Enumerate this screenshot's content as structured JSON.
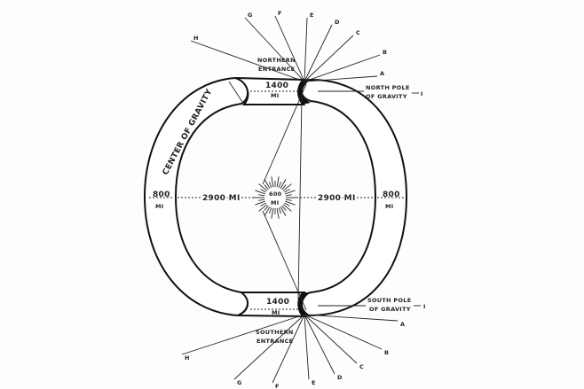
{
  "labels": {
    "northern_entrance": [
      "NORTHERN",
      "ENTRANCE"
    ],
    "southern_entrance": [
      "SOUTHERN",
      "ENTRANCE"
    ],
    "north_pole": [
      "NORTH POLE",
      "OF GRAVITY"
    ],
    "south_pole": [
      "SOUTH POLE",
      "OF GRAVITY"
    ],
    "center_of_gravity": "CENTER OF GRAVITY",
    "tube_top": [
      "1400",
      "MI"
    ],
    "tube_bottom": [
      "1400",
      "MI"
    ],
    "crust_left": [
      "800",
      "MI"
    ],
    "crust_right": [
      "800",
      "MI"
    ],
    "interior_left": "2900 MI",
    "interior_right": "2900 MI",
    "sun": [
      "600",
      "MI"
    ],
    "pole_marker": "I"
  },
  "rays_top": [
    "A",
    "B",
    "C",
    "D",
    "E",
    "F",
    "G",
    "H"
  ],
  "rays_bottom": [
    "A",
    "B",
    "C",
    "D",
    "E",
    "F",
    "G",
    "H"
  ]
}
